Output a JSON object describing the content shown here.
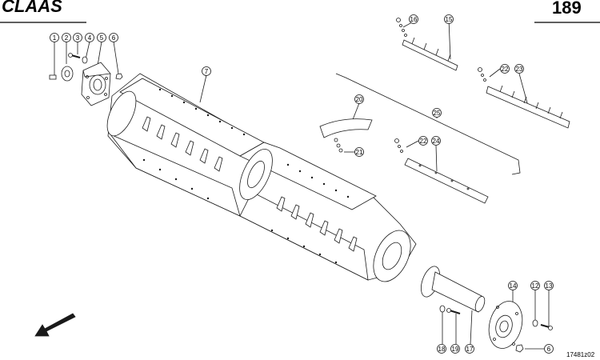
{
  "header": {
    "brand": "CLAAS",
    "page_number": "189"
  },
  "footer": {
    "drawing_ref": "17481z02"
  },
  "callouts": {
    "c1": "1",
    "c2": "2",
    "c3": "3",
    "c4": "4",
    "c5": "5",
    "c6a": "6",
    "c7": "7",
    "c16": "16",
    "c15": "15",
    "c22a": "22",
    "c23": "23",
    "c20": "20",
    "c21": "21",
    "c25": "25",
    "c22b": "22",
    "c24": "24",
    "c14": "14",
    "c12": "12",
    "c13": "13",
    "c18": "18",
    "c19": "19",
    "c17": "17",
    "c6b": "6"
  },
  "colors": {
    "line": "#1a1a1a",
    "paper": "#ffffff",
    "shade": "#d9d9d9"
  },
  "icons": {
    "direction": "arrow-down-left-icon"
  }
}
